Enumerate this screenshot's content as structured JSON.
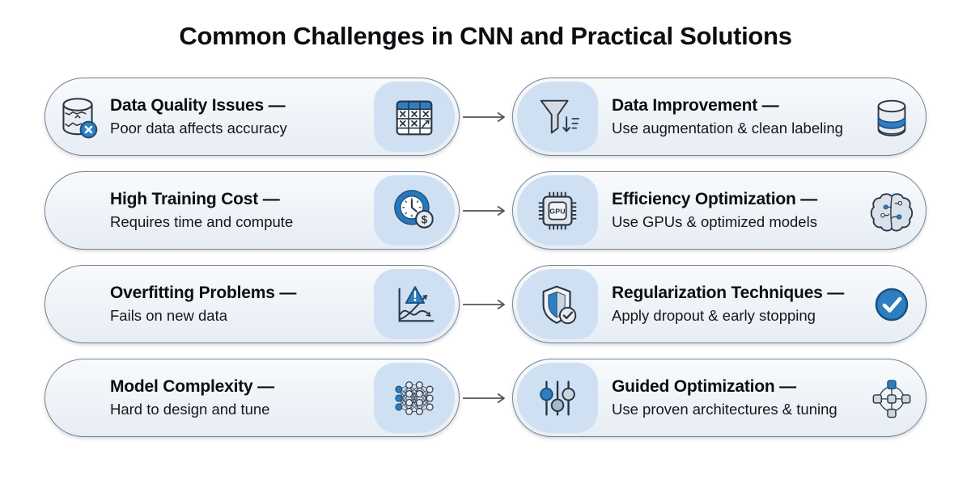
{
  "title": "Common Challenges in CNN and Practical Solutions",
  "colors": {
    "accent_blue": "#2e7fc2",
    "accent_blue_dark": "#1b4f7e",
    "dark_outline": "#2b3646",
    "pill_border": "#78838f",
    "pill_background": "#eef3f8",
    "icon_box_background": "#cfe0f2",
    "arrow": "#4d535b",
    "text": "#0c0e11"
  },
  "rows": [
    {
      "challenge": {
        "title": "Data Quality Issues —",
        "subtitle": "Poor data affects accuracy",
        "lead_icon": "broken-database-icon",
        "box_icon": "data-table-icon"
      },
      "solution": {
        "title": "Data Improvement —",
        "subtitle": "Use augmentation & clean labeling",
        "box_icon": "filter-funnel-icon",
        "trail_icon": "database-icon"
      }
    },
    {
      "challenge": {
        "title": "High Training Cost —",
        "subtitle": "Requires time and compute",
        "box_icon": "clock-dollar-icon",
        "coin_label": "$"
      },
      "solution": {
        "title": "Efficiency Optimization —",
        "subtitle": "Use GPUs & optimized models",
        "box_icon": "gpu-chip-icon",
        "chip_label": "GPU",
        "trail_icon": "brain-circuit-icon"
      }
    },
    {
      "challenge": {
        "title": "Overfitting Problems —",
        "subtitle": "Fails on new data",
        "box_icon": "overfitting-chart-icon"
      },
      "solution": {
        "title": "Regularization Techniques —",
        "subtitle": "Apply dropout & early stopping",
        "box_icon": "shield-check-icon",
        "trail_icon": "check-circle-icon"
      }
    },
    {
      "challenge": {
        "title": "Model Complexity —",
        "subtitle": "Hard to design and tune",
        "box_icon": "neural-network-icon"
      },
      "solution": {
        "title": "Guided Optimization —",
        "subtitle": "Use proven architectures & tuning",
        "box_icon": "sliders-icon",
        "trail_icon": "architecture-graph-icon"
      }
    }
  ]
}
